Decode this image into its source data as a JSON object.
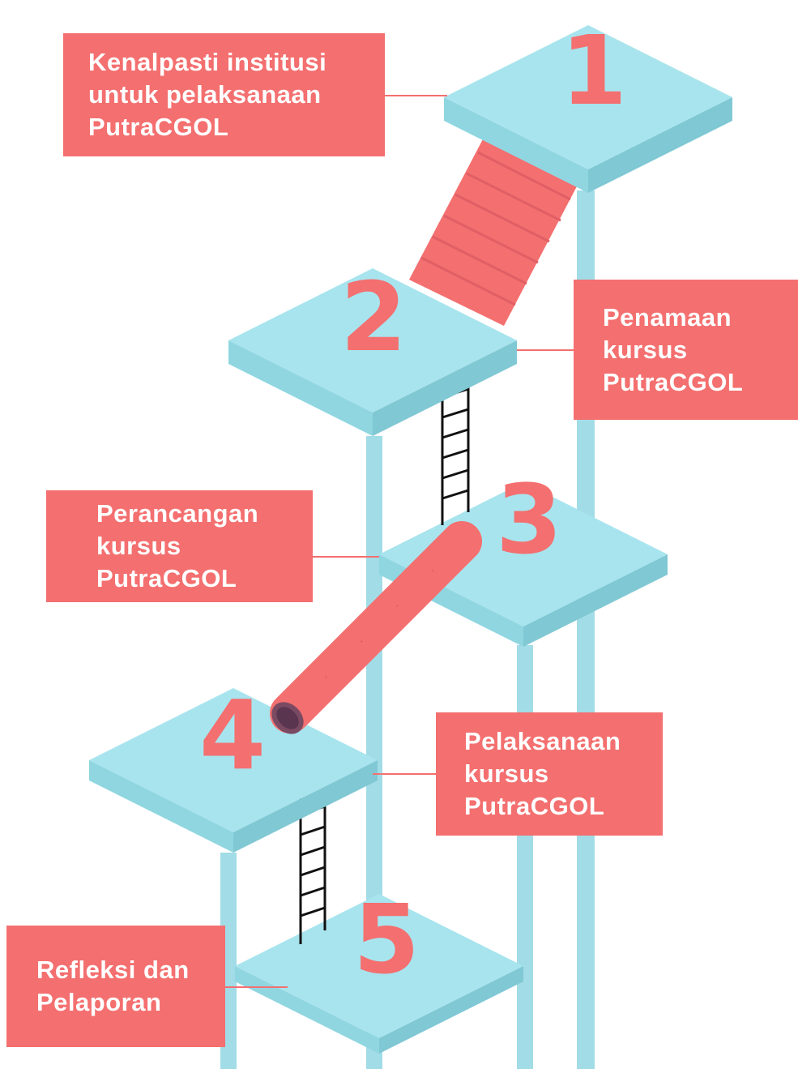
{
  "colors": {
    "accent": "#f46f6f",
    "platform_top": "#a8e4ee",
    "platform_side": "#7fd0dd",
    "pillar": "#a2dce6",
    "ladder": "#111111"
  },
  "steps": [
    {
      "number": "1",
      "lines": [
        "Kenalpasti institusi",
        "untuk pelaksanaan",
        "PutraCGOL"
      ]
    },
    {
      "number": "2",
      "lines": [
        "Penamaan",
        "kursus",
        "PutraCGOL"
      ]
    },
    {
      "number": "3",
      "lines": [
        "Perancangan",
        "kursus",
        "PutraCGOL"
      ]
    },
    {
      "number": "4",
      "lines": [
        "Pelaksanaan",
        "kursus",
        "PutraCGOL"
      ]
    },
    {
      "number": "5",
      "lines": [
        "Refleksi dan",
        "Pelaporan"
      ]
    }
  ],
  "connectors": [
    "stairs",
    "ladder",
    "slide",
    "ladder"
  ]
}
